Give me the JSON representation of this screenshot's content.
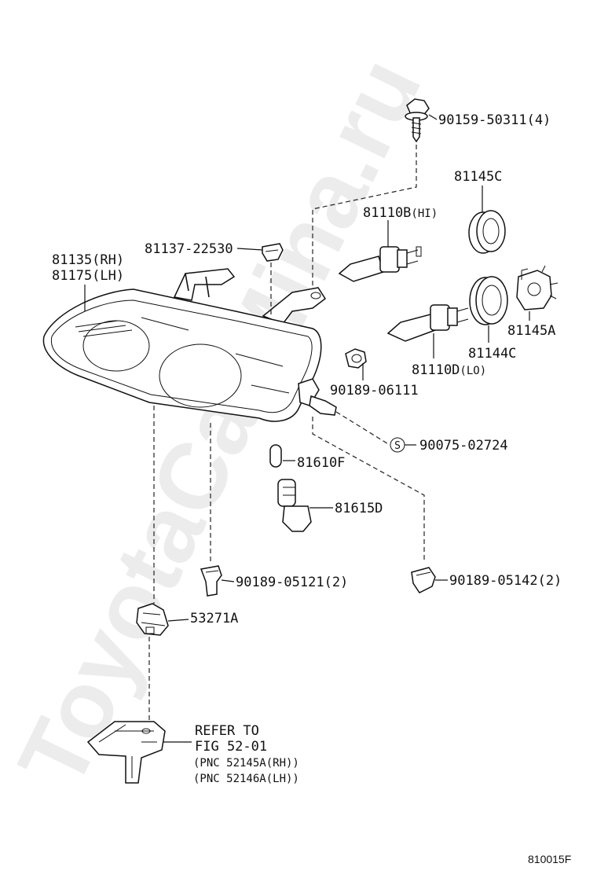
{
  "watermark": "ToyotaCarMina.ru",
  "figure_code": "810015F",
  "parts": {
    "bolt_top": "90159-50311(4)",
    "seal_c": "81145C",
    "bulb_hi_num": "81110B",
    "bulb_hi_tag": "(HI)",
    "clip_81137": "81137-22530",
    "lamp_rh": "81135(RH)",
    "lamp_lh": "81175(LH)",
    "socket_a": "81145A",
    "cover_c": "81144C",
    "bulb_lo_num": "81110D",
    "bulb_lo_tag": "(LO)",
    "nut_06111": "90189-06111",
    "s_mark": "S",
    "screw_02724": "90075-02724",
    "bulb_81610f": "81610F",
    "socket_81615d": "81615D",
    "nut_05121": "90189-05121(2)",
    "nut_05142": "90189-05142(2)",
    "adjuster": "53271A",
    "refer_1": "REFER TO",
    "refer_2": "FIG 52-01",
    "refer_3": "(PNC 52145A(RH))",
    "refer_4": "(PNC 52146A(LH))"
  }
}
